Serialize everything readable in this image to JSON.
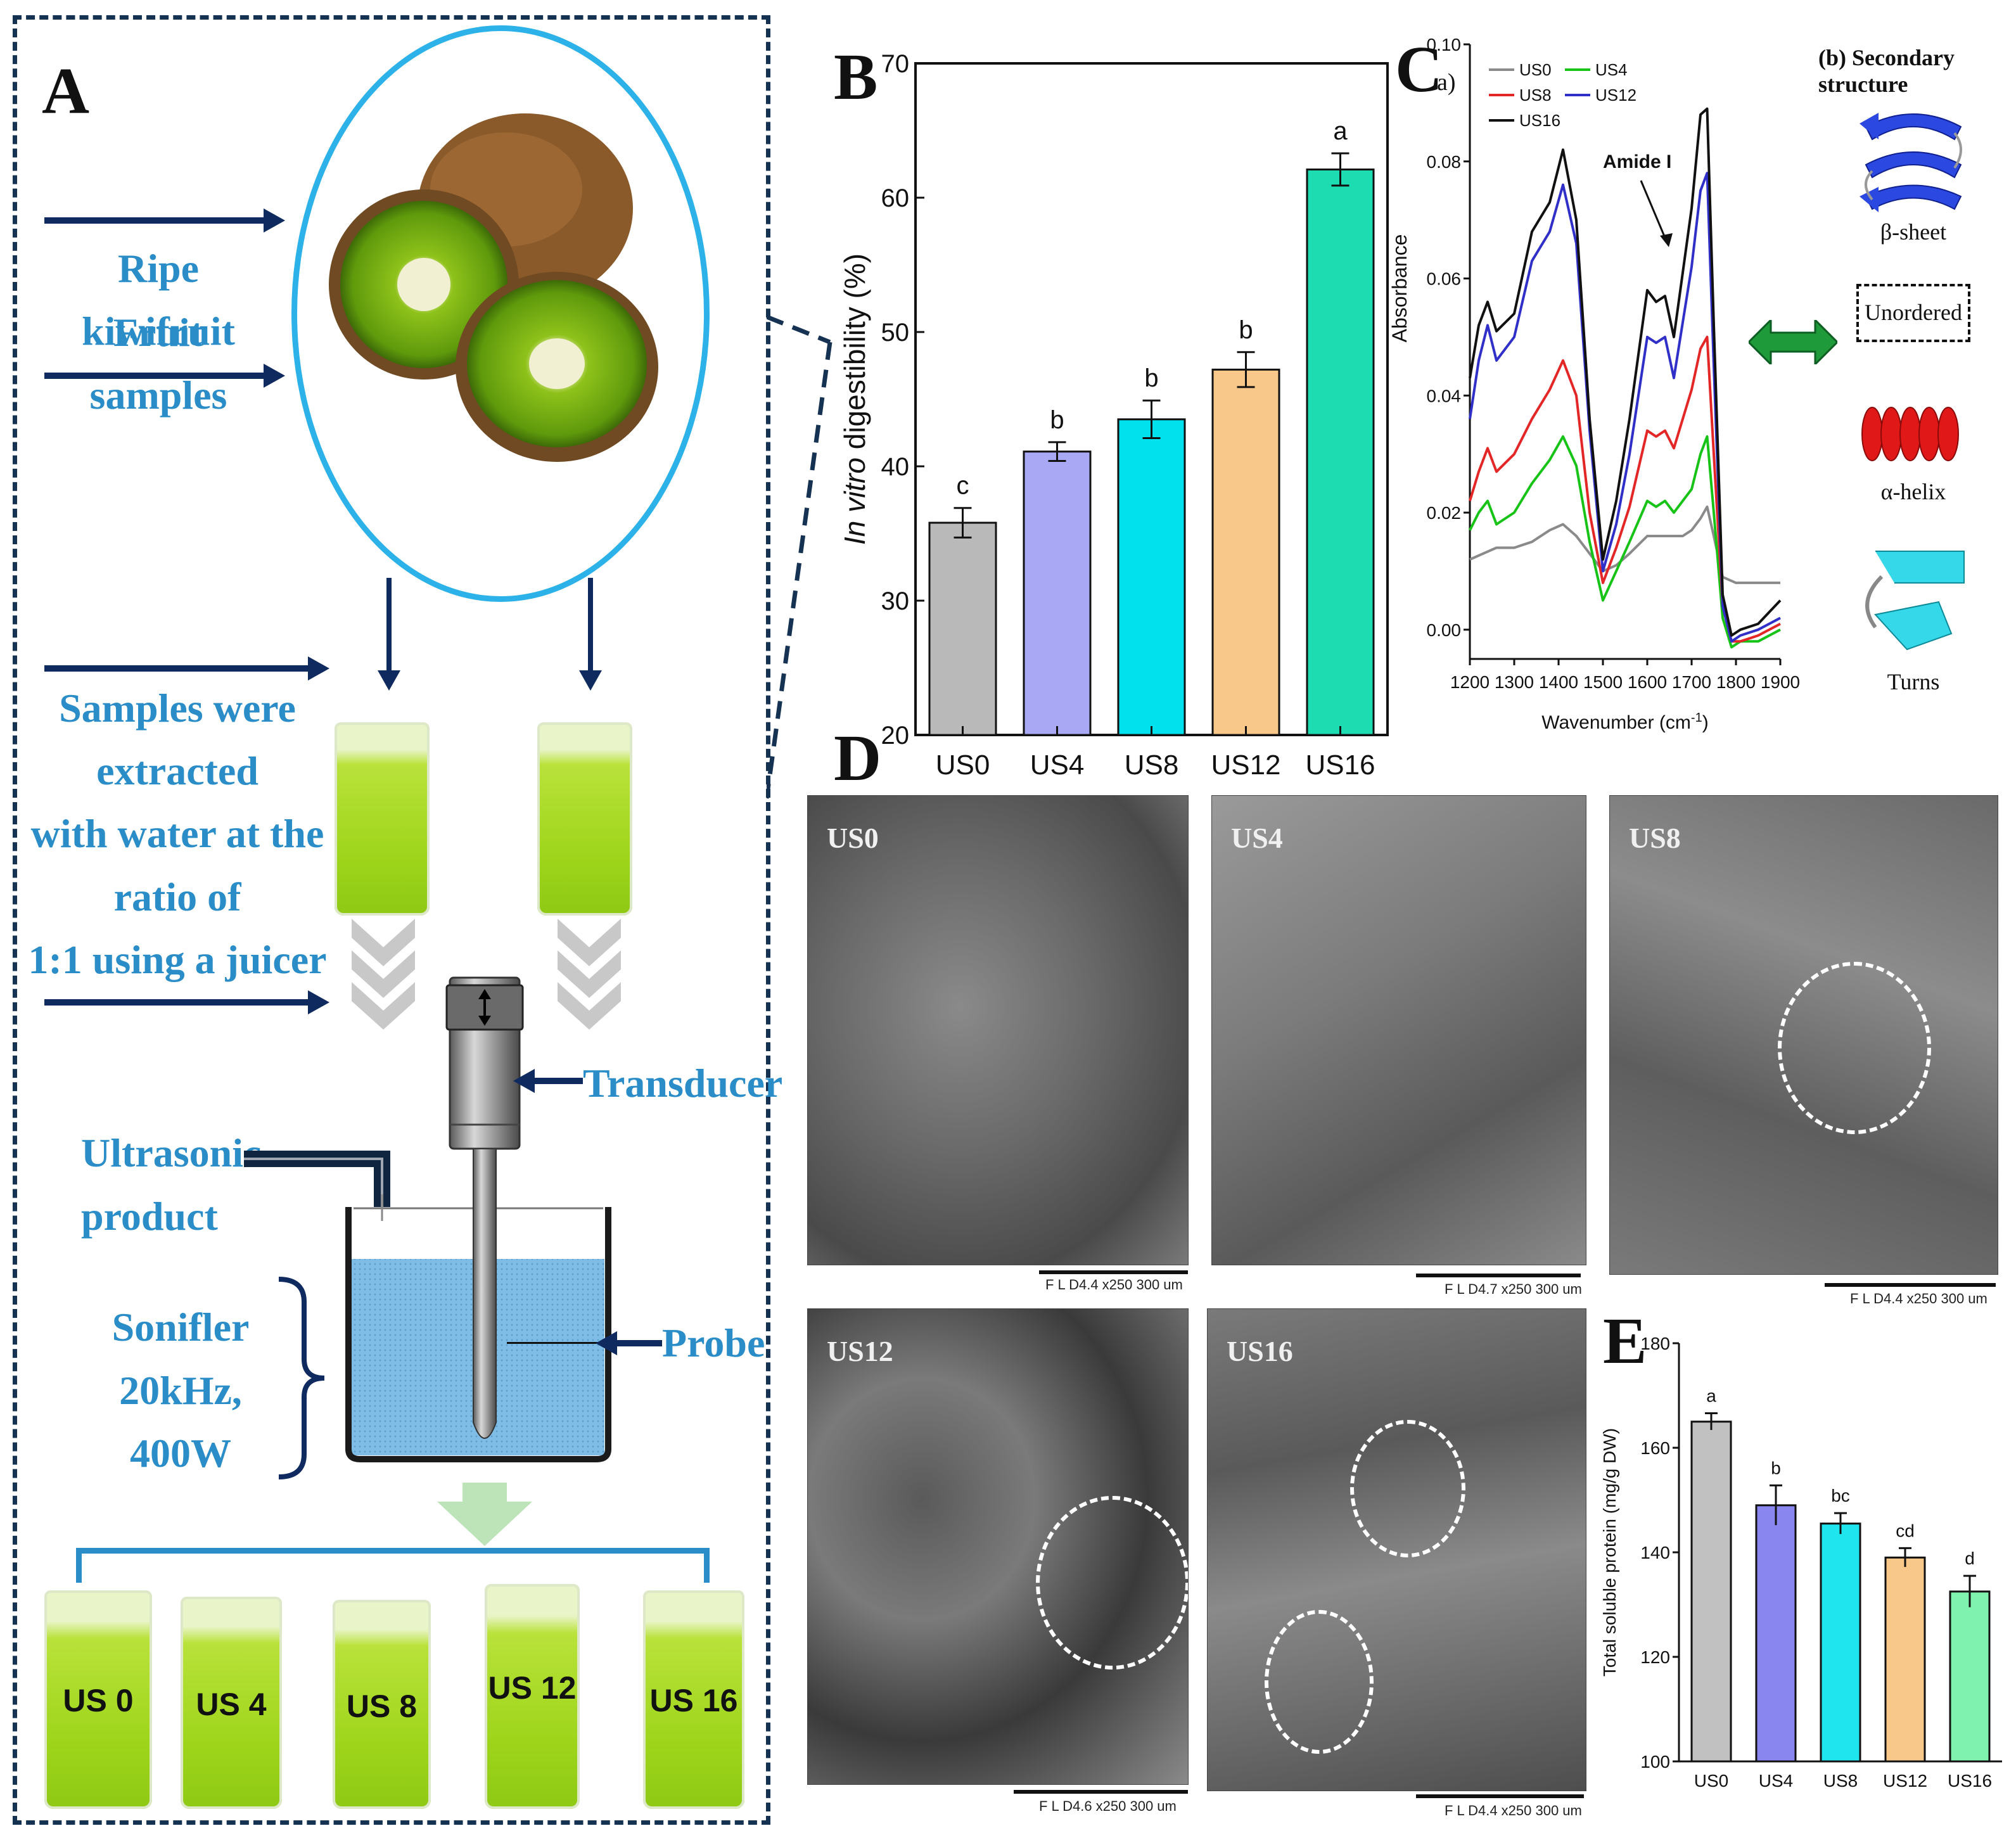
{
  "panel_letters": {
    "a": "A",
    "b": "B",
    "c": "C",
    "d": "D",
    "e": "E"
  },
  "panel_a": {
    "fruit_text_1": "Ripe kiwifruit",
    "fruit_text_2": "Fruit samples",
    "extract_lines": [
      "Samples were",
      "extracted",
      "with water at the",
      "ratio of",
      "1:1 using a juicer"
    ],
    "transducer": "Transducer",
    "ultrasonic_1": "Ultrasonic",
    "ultrasonic_2": "product",
    "sonifler_1": "Sonifler",
    "sonifler_2": "20kHz, 400W",
    "probe": "Probe",
    "samples": [
      "US 0",
      "US 4",
      "US 8",
      "US 12",
      "US 16"
    ]
  },
  "panel_c": {
    "sub_a": "a)",
    "sub_b": "(b)  Secondary structure",
    "amide": "Amide I",
    "structures": [
      "β-sheet",
      "Unordered",
      "α-helix",
      "Turns"
    ]
  },
  "panel_d": {
    "images": [
      {
        "label": "US0",
        "scale": "F L   D4.4   x250       300 um"
      },
      {
        "label": "US4",
        "scale": "F L   D4.7   x250       300 um"
      },
      {
        "label": "US8",
        "scale": "F L   D4.4   x250       300 um"
      },
      {
        "label": "US12",
        "scale": "F L   D4.6   x250       300 um"
      },
      {
        "label": "US16",
        "scale": "F L   D4.4   x250       300 um"
      }
    ]
  },
  "chart_data": [
    {
      "id": "B",
      "type": "bar",
      "categories": [
        "US0",
        "US4",
        "US8",
        "US12",
        "US16"
      ],
      "values": [
        35.8,
        41.1,
        43.5,
        47.2,
        62.1
      ],
      "errors": [
        1.1,
        0.7,
        1.4,
        1.3,
        1.2
      ],
      "letters": [
        "c",
        "b",
        "b",
        "b",
        "a"
      ],
      "colors": [
        "#b9b9b9",
        "#a9a8f5",
        "#00e1ee",
        "#f8c88b",
        "#1ddcb2"
      ],
      "ylabel_italic": "In vitro",
      "ylabel_rest": " digestibility  (%)",
      "ylim": [
        20,
        70
      ],
      "yticks": [
        20,
        30,
        40,
        50,
        60,
        70
      ]
    },
    {
      "id": "C",
      "type": "line",
      "xlabel": "Wavenumber (cm",
      "xlabel_sup": "-1",
      "xlabel_end": ")",
      "ylabel": "Absorbance",
      "xlim": [
        1200,
        1900
      ],
      "ylim": [
        -0.005,
        0.1
      ],
      "xticks": [
        1200,
        1300,
        1400,
        1500,
        1600,
        1700,
        1800,
        1900
      ],
      "yticks": [
        0.0,
        0.02,
        0.04,
        0.06,
        0.08,
        0.1
      ],
      "ytick_labels": [
        "0.00",
        "0.02",
        "0.04",
        "0.06",
        "0.08",
        "0.10"
      ],
      "legend": [
        "US0",
        "US4",
        "US8",
        "US12",
        "US16"
      ],
      "series": [
        {
          "name": "US0",
          "color": "#8a8a8a",
          "x": [
            1200,
            1230,
            1260,
            1300,
            1340,
            1380,
            1410,
            1440,
            1470,
            1500,
            1530,
            1560,
            1600,
            1620,
            1650,
            1680,
            1700,
            1720,
            1735,
            1750,
            1770,
            1800,
            1850,
            1900
          ],
          "y": [
            0.012,
            0.013,
            0.014,
            0.014,
            0.015,
            0.017,
            0.018,
            0.016,
            0.013,
            0.01,
            0.011,
            0.013,
            0.016,
            0.016,
            0.016,
            0.016,
            0.017,
            0.019,
            0.021,
            0.016,
            0.009,
            0.008,
            0.008,
            0.008
          ]
        },
        {
          "name": "US4",
          "color": "#18c318",
          "x": [
            1200,
            1220,
            1240,
            1260,
            1300,
            1340,
            1380,
            1410,
            1440,
            1470,
            1500,
            1530,
            1560,
            1600,
            1620,
            1640,
            1660,
            1700,
            1720,
            1735,
            1750,
            1770,
            1790,
            1810,
            1850,
            1900
          ],
          "y": [
            0.017,
            0.02,
            0.022,
            0.018,
            0.02,
            0.025,
            0.029,
            0.033,
            0.028,
            0.015,
            0.005,
            0.01,
            0.015,
            0.022,
            0.021,
            0.022,
            0.02,
            0.024,
            0.03,
            0.033,
            0.02,
            0.002,
            -0.003,
            -0.002,
            -0.002,
            0.0
          ]
        },
        {
          "name": "US8",
          "color": "#e32626",
          "x": [
            1200,
            1220,
            1240,
            1260,
            1300,
            1340,
            1380,
            1410,
            1440,
            1470,
            1500,
            1530,
            1560,
            1600,
            1620,
            1640,
            1660,
            1700,
            1720,
            1735,
            1750,
            1770,
            1790,
            1810,
            1850,
            1900
          ],
          "y": [
            0.022,
            0.027,
            0.031,
            0.027,
            0.03,
            0.036,
            0.041,
            0.046,
            0.04,
            0.02,
            0.008,
            0.014,
            0.021,
            0.034,
            0.033,
            0.034,
            0.031,
            0.041,
            0.048,
            0.05,
            0.03,
            0.004,
            -0.002,
            -0.002,
            -0.001,
            0.001
          ]
        },
        {
          "name": "US12",
          "color": "#3030c8",
          "x": [
            1200,
            1220,
            1240,
            1260,
            1300,
            1340,
            1380,
            1410,
            1440,
            1470,
            1500,
            1530,
            1560,
            1600,
            1620,
            1640,
            1660,
            1700,
            1720,
            1735,
            1750,
            1770,
            1790,
            1810,
            1850,
            1900
          ],
          "y": [
            0.036,
            0.046,
            0.052,
            0.046,
            0.05,
            0.063,
            0.068,
            0.076,
            0.066,
            0.034,
            0.01,
            0.018,
            0.03,
            0.05,
            0.049,
            0.05,
            0.043,
            0.062,
            0.075,
            0.078,
            0.045,
            0.004,
            -0.002,
            -0.001,
            0.0,
            0.002
          ]
        },
        {
          "name": "US16",
          "color": "#111111",
          "x": [
            1200,
            1220,
            1240,
            1260,
            1300,
            1340,
            1380,
            1410,
            1440,
            1470,
            1500,
            1530,
            1560,
            1600,
            1620,
            1640,
            1660,
            1700,
            1720,
            1735,
            1750,
            1770,
            1790,
            1810,
            1850,
            1900
          ],
          "y": [
            0.043,
            0.052,
            0.056,
            0.051,
            0.054,
            0.068,
            0.073,
            0.082,
            0.07,
            0.036,
            0.012,
            0.022,
            0.036,
            0.058,
            0.056,
            0.057,
            0.05,
            0.072,
            0.088,
            0.089,
            0.052,
            0.006,
            -0.001,
            0.0,
            0.001,
            0.005
          ]
        }
      ]
    },
    {
      "id": "E",
      "type": "bar",
      "categories": [
        "US0",
        "US4",
        "US8",
        "US12",
        "US16"
      ],
      "values": [
        165,
        149,
        145.5,
        139,
        132.5
      ],
      "errors": [
        1.6,
        3.8,
        2.0,
        1.8,
        3.0
      ],
      "letters": [
        "a",
        "b",
        "bc",
        "cd",
        "d"
      ],
      "colors": [
        "#c1c1c1",
        "#8a86f0",
        "#1fe6ee",
        "#f8c88b",
        "#80f2b0"
      ],
      "ylabel": "Total soluble protein (mg/g DW)",
      "ylim": [
        100,
        180
      ],
      "yticks": [
        100,
        120,
        140,
        160,
        180
      ]
    }
  ]
}
